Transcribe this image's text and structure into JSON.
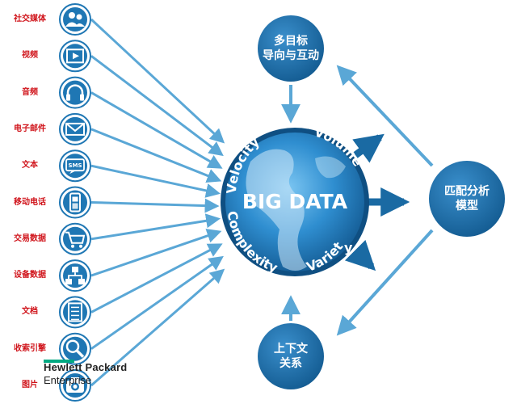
{
  "sources": [
    {
      "label": "社交媒体",
      "icon": "people-icon"
    },
    {
      "label": "视频",
      "icon": "film-icon"
    },
    {
      "label": "音频",
      "icon": "headphones-icon"
    },
    {
      "label": "电子邮件",
      "icon": "envelope-icon"
    },
    {
      "label": "文本",
      "icon": "sms-icon"
    },
    {
      "label": "移动电话",
      "icon": "mobile-phone-icon"
    },
    {
      "label": "交易数据",
      "icon": "shopping-cart-icon"
    },
    {
      "label": "设备数据",
      "icon": "network-icon"
    },
    {
      "label": "文档",
      "icon": "document-icon"
    },
    {
      "label": "收索引擎",
      "icon": "magnifier-icon"
    },
    {
      "label": "图片",
      "icon": "camera-icon"
    }
  ],
  "sms_text": "SMS",
  "center": {
    "title": "BIG DATA",
    "attributes": [
      "Velocity",
      "Volume",
      "Complexity",
      "Variet",
      "y"
    ]
  },
  "nodes": {
    "top": "多目标\n导向与互动",
    "right": "匹配分析\n模型",
    "bottom": "上下文\n关系"
  },
  "logo": {
    "line1": "Hewlett Packard",
    "line2": "Enterprise"
  },
  "colors": {
    "icon_blue": "#1f77b4",
    "arrow_blue": "#5aa7d6",
    "node_blue": "#1a6aa3",
    "center_blue": "#2f8ed0",
    "label_red": "#d0141b",
    "hpe_green": "#01a982"
  }
}
